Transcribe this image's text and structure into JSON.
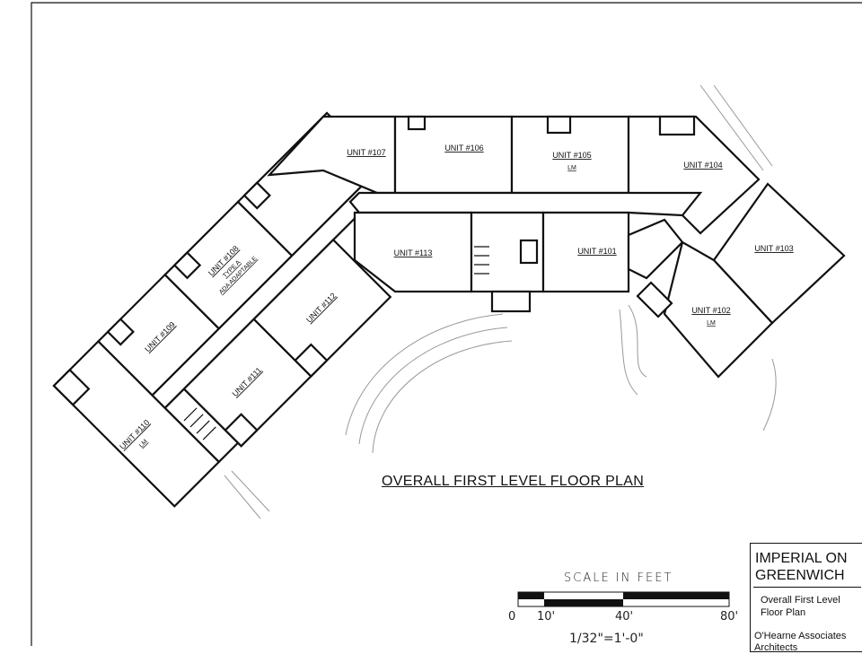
{
  "plan": {
    "title": "OVERALL FIRST LEVEL FLOOR PLAN",
    "units": {
      "u101": "UNIT #101",
      "u102": "UNIT #102",
      "u102_sub": "LM",
      "u103": "UNIT #103",
      "u104": "UNIT #104",
      "u105": "UNIT #105",
      "u105_sub": "LM",
      "u106": "UNIT #106",
      "u107": "UNIT #107",
      "u108": "UNIT #108",
      "u108_sub1": "TYPE A",
      "u108_sub2": "ADA ADAPTABLE",
      "u109": "UNIT #109",
      "u110": "UNIT #110",
      "u110_sub": "LM",
      "u111": "UNIT #111",
      "u112": "UNIT #112",
      "u113": "UNIT #113"
    }
  },
  "scale": {
    "title": "SCALE IN FEET",
    "ticks": [
      "0",
      "10'",
      "40'",
      "80'"
    ],
    "ratio": "1/32\"=1'-0\""
  },
  "title_block": {
    "project": "IMPERIAL ON GREENWICH",
    "sheet": "Overall First Level Floor Plan",
    "firm": "O'Hearne Associates",
    "firm_line2": "Architects"
  }
}
